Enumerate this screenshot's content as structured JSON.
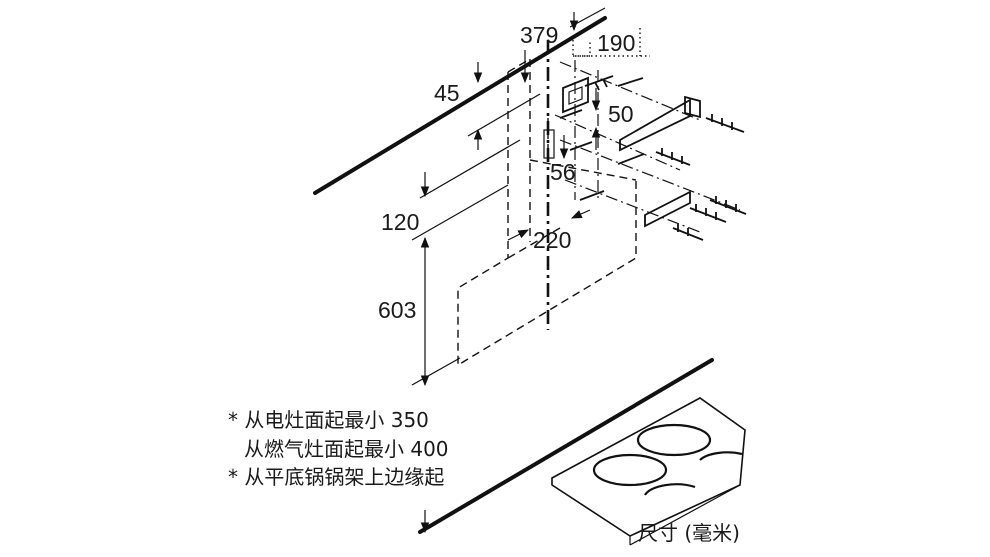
{
  "dimensions": {
    "d379": "379",
    "d190": "190",
    "d45": "45",
    "d50": "50",
    "d56": "56",
    "d120": "120",
    "d220": "220",
    "d603": "603"
  },
  "notes": {
    "line1": "* 从电灶面起最小 350",
    "line2": "从燃气灶面起最小 400",
    "line3": "* 从平底锅锅架上边缘起"
  },
  "units": "尺寸 (毫米)"
}
